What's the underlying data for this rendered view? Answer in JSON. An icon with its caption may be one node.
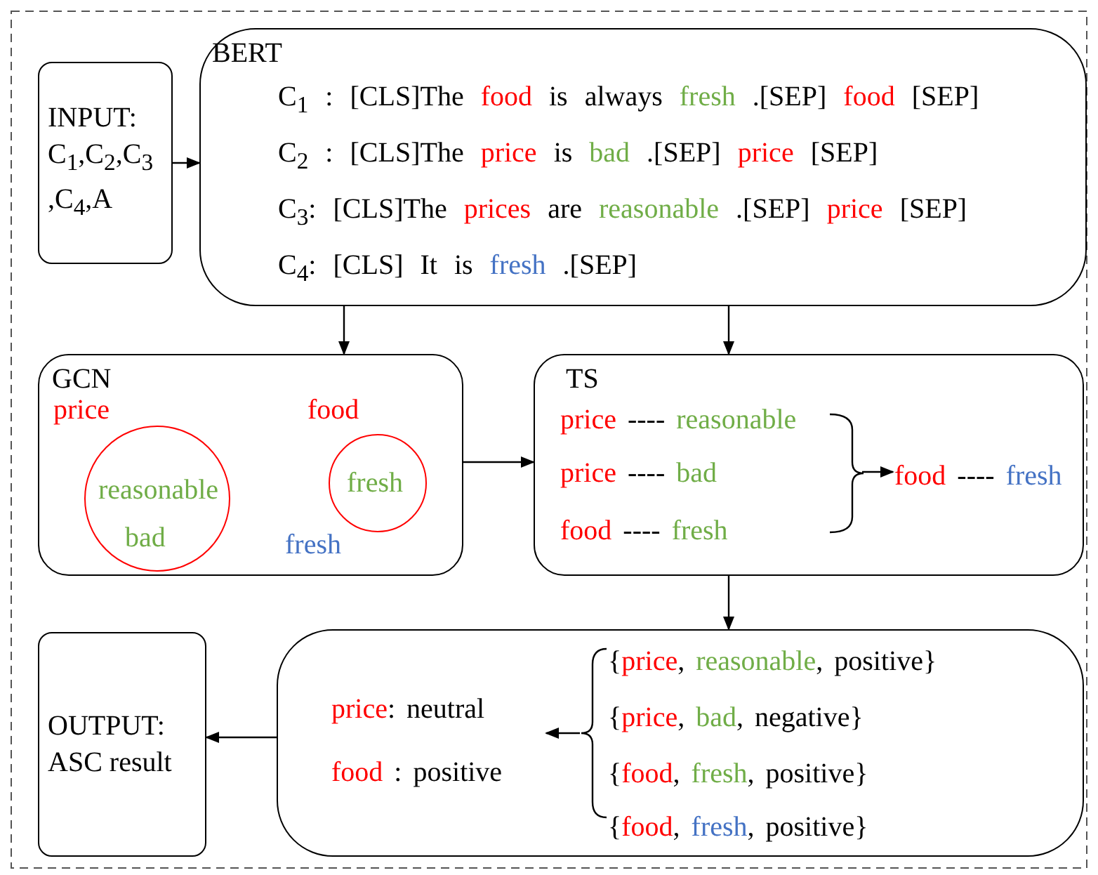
{
  "diagram": {
    "nodes": [
      {
        "text": [
          "INPUT: C$_{1}$,C$_{2}$,C$_{3}$ ,C$_{4}$,A"
        ]
      },
      {
        "text": [
          "BERT",
          "C$_{1}$ : [CLS]The food is always fresh .[SEP] food [SEP]",
          "C$_{2}$ : [CLS]The price is bad .[SEP] price [SEP]",
          "C$_{3}$: [CLS]The prices are reasonable .[SEP] price [SEP]",
          "C$_{4}$: [CLS] It is fresh .[SEP]"
        ]
      },
      {
        "text": [
          "GCN",
          "price",
          "food",
          "fresh"
        ]
      },
      {
        "text": [
          "reasonable",
          "bad"
        ],
        "in": 2
      },
      {
        "text": [
          "fresh"
        ],
        "in": 2
      },
      {
        "text": [
          "TS",
          "price ---- reasonable",
          "price ---- bad",
          "food ---- fresh"
        ]
      },
      {
        "text": [
          "food ---- fresh"
        ],
        "in": 5
      },
      {
        "text": [
          "{price, reasonable, positive}",
          "{price, bad, negative}",
          "{food, fresh, positive}",
          "{food, fresh, positive}"
        ]
      },
      {
        "text": [
          "price: neutral",
          "food : positive"
        ],
        "in": 7
      },
      {
        "text": [
          "OUTPUT: ASC result"
        ]
      },
      {
        "text": [],
        "shape": "bracket",
        "in": 5
      },
      {
        "text": [],
        "shape": "bracket",
        "in": 7
      }
    ],
    "edges": [
      {
        "from": 0,
        "to": 1,
        "arrow": "to"
      },
      {
        "from": 1,
        "to": 2,
        "arrow": "to"
      },
      {
        "from": 1,
        "to": 5,
        "arrow": "to"
      },
      {
        "from": 2,
        "to": 5,
        "arrow": "to"
      },
      {
        "from": 10,
        "to": 6,
        "arrow": "to"
      },
      {
        "from": 5,
        "to": 7,
        "arrow": "to"
      },
      {
        "from": 11,
        "to": 8,
        "arrow": "to"
      },
      {
        "from": 7,
        "to": 9,
        "arrow": "to"
      }
    ]
  }
}
